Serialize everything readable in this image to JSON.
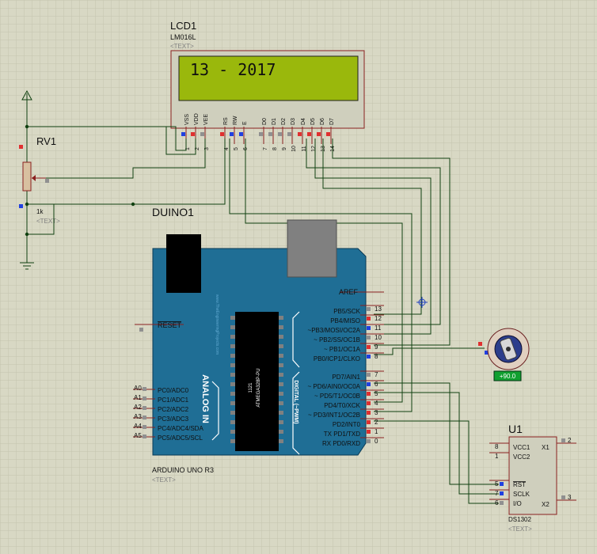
{
  "lcd": {
    "ref": "LCD1",
    "part": "LM016L",
    "text_tag": "<TEXT>",
    "display_text": "13 - 2017",
    "pin_names": [
      "VSS",
      "VDD",
      "VEE",
      "RS",
      "RW",
      "E",
      "D0",
      "D1",
      "D2",
      "D3",
      "D4",
      "D5",
      "D6",
      "D7"
    ],
    "pin_numbers": [
      "1",
      "2",
      "3",
      "4",
      "5",
      "6",
      "7",
      "8",
      "9",
      "10",
      "11",
      "12",
      "13",
      "14"
    ]
  },
  "pot": {
    "ref": "RV1",
    "value": "1k",
    "text_tag": "<TEXT>"
  },
  "arduino": {
    "ref": "DUINO1",
    "model": "ARDUINO UNO R3",
    "text_tag": "<TEXT>",
    "chip_label": "ATMEGA328P-PU",
    "chip_code": "1121",
    "board_url": "www.TheEngineeringProjects.com",
    "analog_title": "ANALOG IN",
    "digital_title": "DIGITAL (~PWM)",
    "reset_label": "RESET",
    "aref_label": "AREF",
    "left_pins": [
      {
        "num": "A0",
        "name": "PC0/ADC0"
      },
      {
        "num": "A1",
        "name": "PC1/ADC1"
      },
      {
        "num": "A2",
        "name": "PC2/ADC2"
      },
      {
        "num": "A3",
        "name": "PC3/ADC3"
      },
      {
        "num": "A4",
        "name": "PC4/ADC4/SDA"
      },
      {
        "num": "A5",
        "name": "PC5/ADC5/SCL"
      }
    ],
    "right_pins_top": [
      {
        "num": "13",
        "name": "PB5/SCK"
      },
      {
        "num": "12",
        "name": "PB4/MISO"
      },
      {
        "num": "11",
        "name": "~PB3/MOSI/OC2A"
      },
      {
        "num": "10",
        "name": "~ PB2/SS/OC1B"
      },
      {
        "num": "9",
        "name": "~ PB1/OC1A"
      },
      {
        "num": "8",
        "name": "PB0/ICP1/CLKO"
      }
    ],
    "right_pins_bottom": [
      {
        "num": "7",
        "name": "PD7/AIN1"
      },
      {
        "num": "6",
        "name": "~ PD6/AIN0/OC0A"
      },
      {
        "num": "5",
        "name": "~ PD5/T1/OC0B"
      },
      {
        "num": "4",
        "name": "PD4/T0/XCK"
      },
      {
        "num": "3",
        "name": "~ PD3/INT1/OC2B"
      },
      {
        "num": "2",
        "name": "PD2/INT0"
      },
      {
        "num": "1",
        "name": "TX PD1/TXD"
      },
      {
        "num": "0",
        "name": "RX PD0/RXD"
      }
    ]
  },
  "servo": {
    "angle_label": "+90.0"
  },
  "rtc": {
    "ref": "U1",
    "part": "DS1302",
    "left_pins": [
      {
        "num": "8",
        "name": "VCC1"
      },
      {
        "num": "1",
        "name": "VCC2"
      },
      {
        "num": "5",
        "name": "RST"
      },
      {
        "num": "7",
        "name": "SCLK"
      },
      {
        "num": "6",
        "name": "I/O"
      }
    ],
    "right_pins": [
      {
        "num": "2",
        "name": "X1"
      },
      {
        "num": "3",
        "name": "X2"
      }
    ]
  },
  "colors": {
    "background": "#d8d8c4",
    "grid": "#c6c6b0",
    "wire": "#104010",
    "component_outline": "#8a2020",
    "lcd_screen": "#9ab80c",
    "lcd_body": "#d0d0bc",
    "board": "#1f6e95",
    "chip": "#000000",
    "pin_high": "#e03030",
    "pin_low": "#2040e0",
    "pin_float": "#909090"
  }
}
